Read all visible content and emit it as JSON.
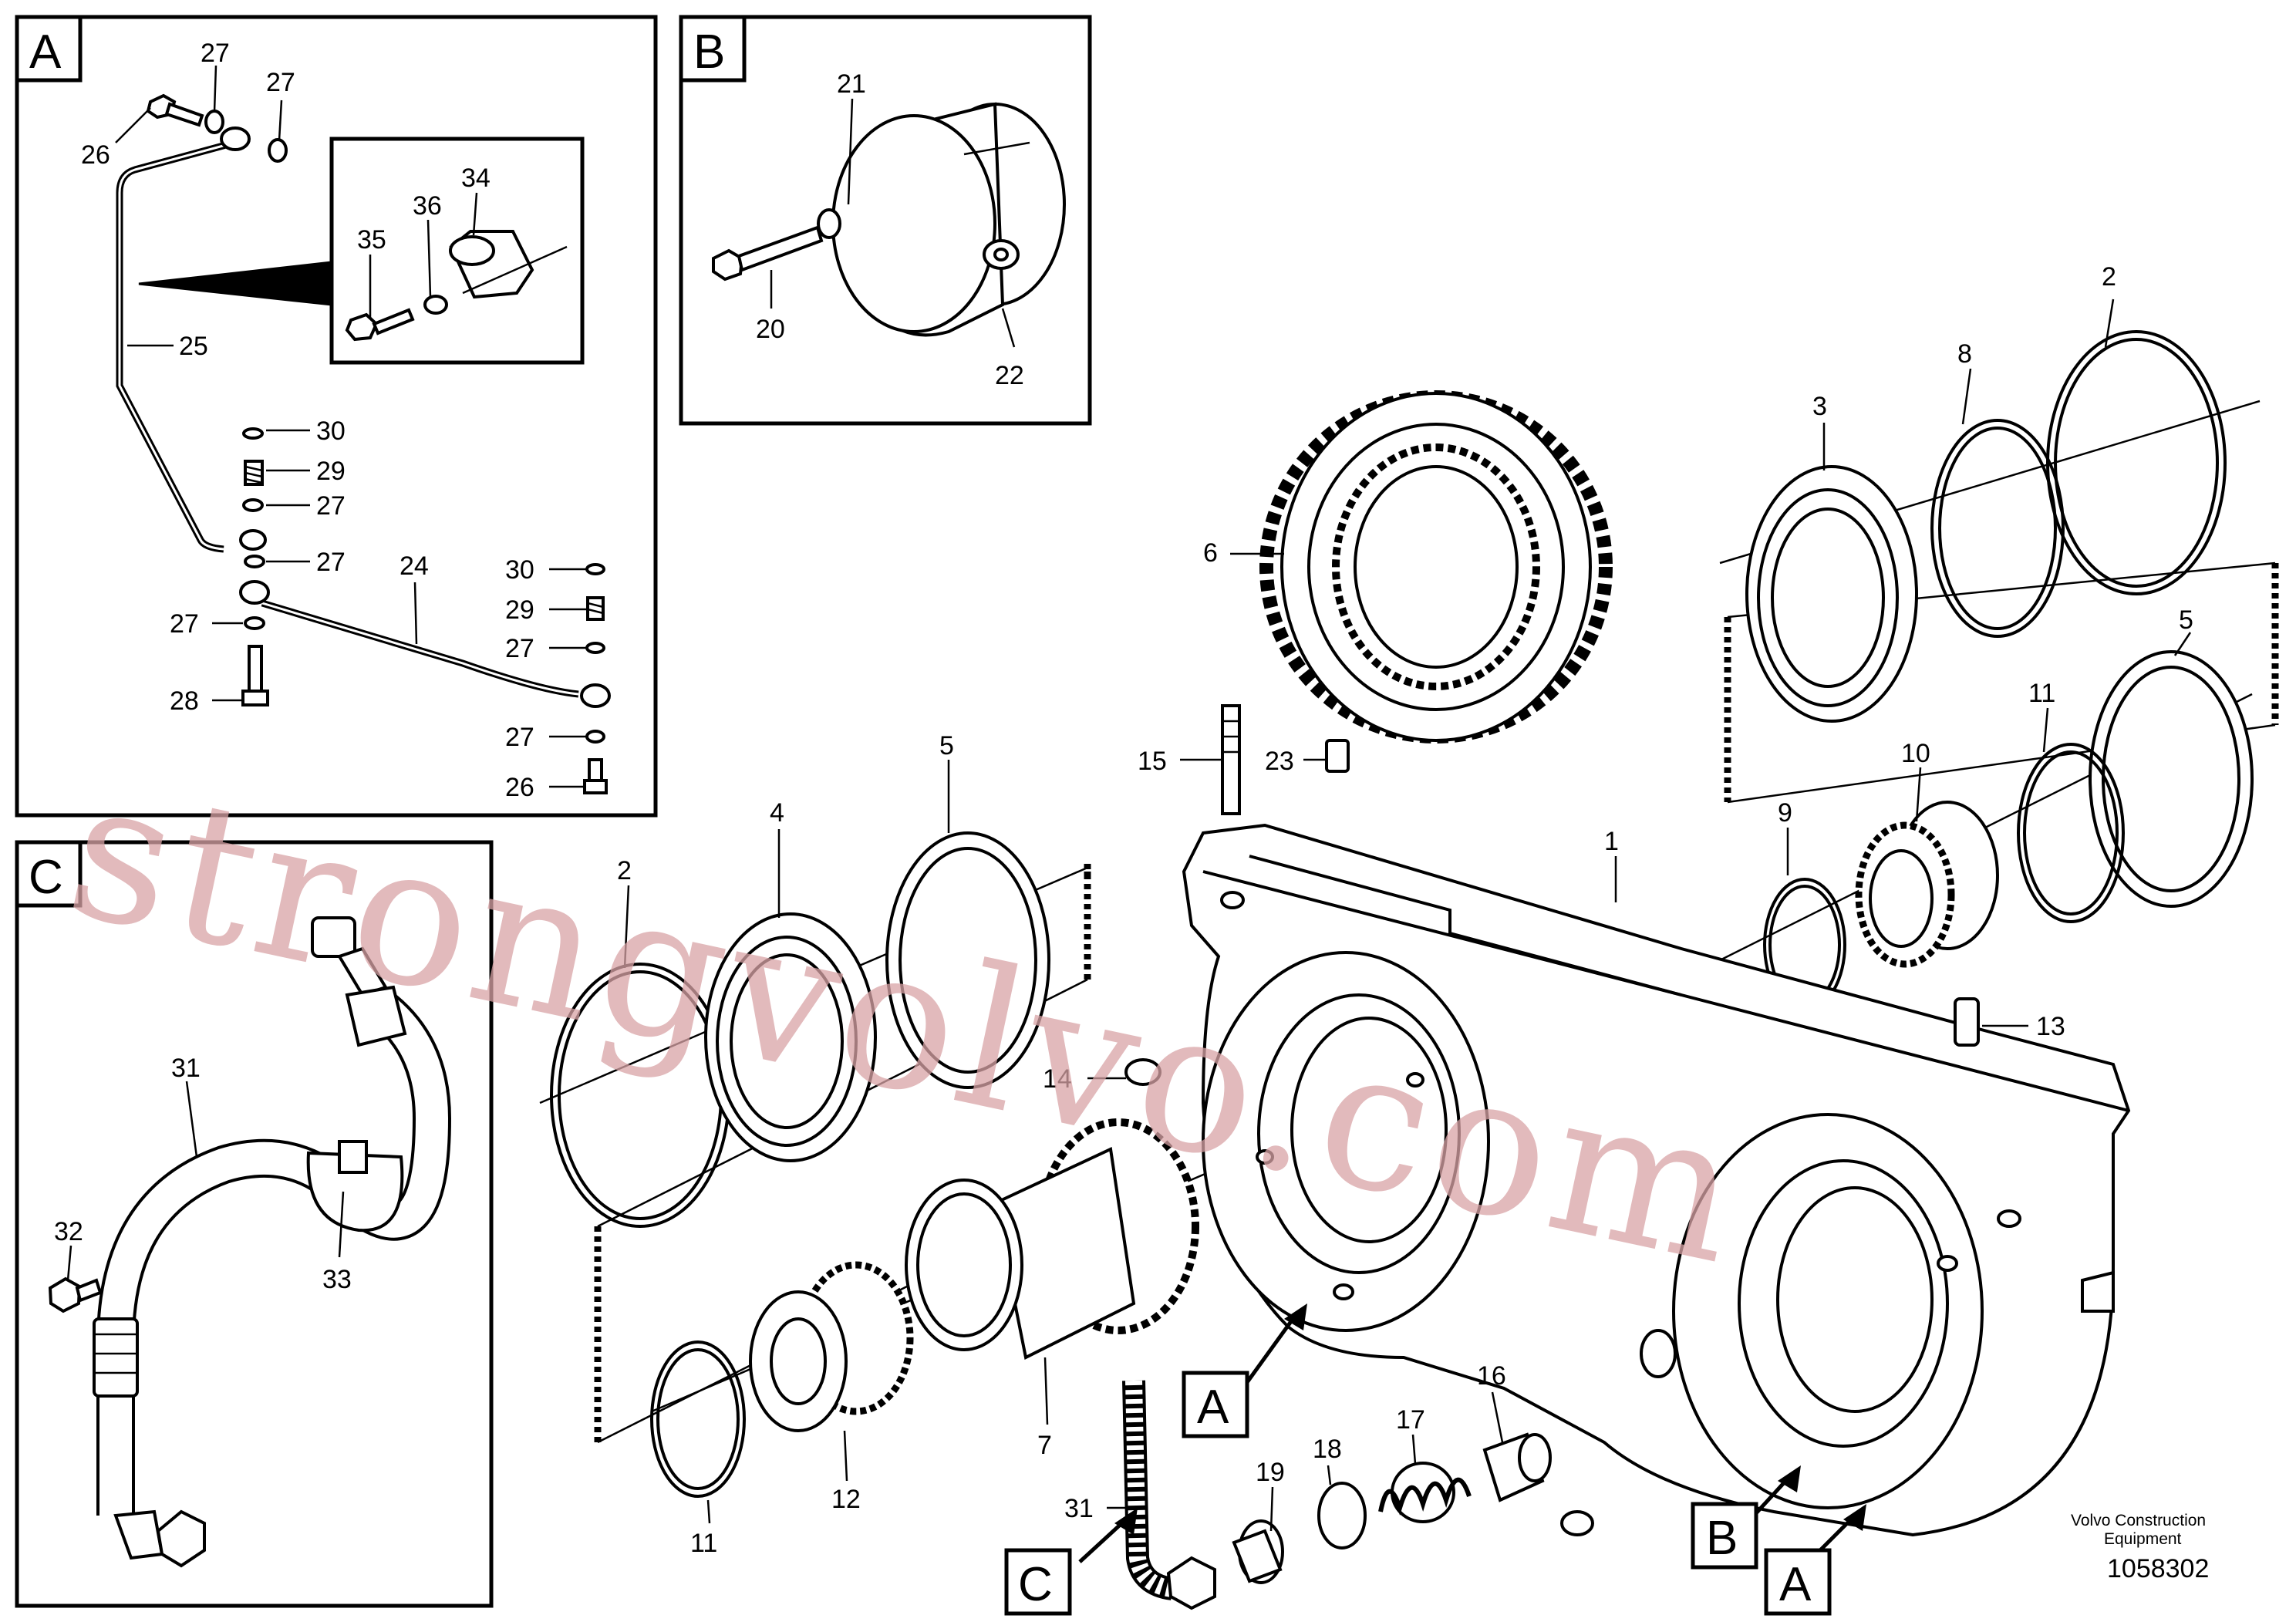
{
  "panels": {
    "A": {
      "tag": "A",
      "labels": {
        "p26a": "26",
        "p27a": "27",
        "p27b": "27",
        "p25": "25",
        "p35": "35",
        "p36": "36",
        "p34": "34",
        "p30a": "30",
        "p29a": "29",
        "p27c": "27",
        "p27d": "27",
        "p24": "24",
        "p27e": "27",
        "p28": "28",
        "p30b": "30",
        "p29b": "29",
        "p27f": "27",
        "p27g": "27",
        "p26b": "26"
      }
    },
    "B": {
      "tag": "B",
      "labels": {
        "p21": "21",
        "p20": "20",
        "p22": "22"
      }
    },
    "C": {
      "tag": "C",
      "labels": {
        "p31": "31",
        "p32": "32",
        "p33": "33"
      }
    }
  },
  "main_labels": {
    "p6": "6",
    "p2a": "2",
    "p8": "8",
    "p3": "3",
    "p5a": "5",
    "p11a": "11",
    "p10": "10",
    "p9": "9",
    "p15": "15",
    "p23": "23",
    "p1": "1",
    "p13": "13",
    "p4": "4",
    "p5b": "5",
    "p2b": "2",
    "p14": "14",
    "p7": "7",
    "p12": "12",
    "p11b": "11",
    "p16": "16",
    "p17": "17",
    "p18": "18",
    "p19": "19",
    "p31": "31"
  },
  "callout_tags": {
    "A1": "A",
    "A2": "A",
    "B": "B",
    "C": "C"
  },
  "watermark": "strongvolvo.com",
  "credit": {
    "line1": "Volvo Construction",
    "line2": "Equipment"
  },
  "doc_number": "1058302",
  "colors": {
    "ink": "#000000",
    "watermark": "#d9a3a6",
    "background": "#ffffff"
  }
}
